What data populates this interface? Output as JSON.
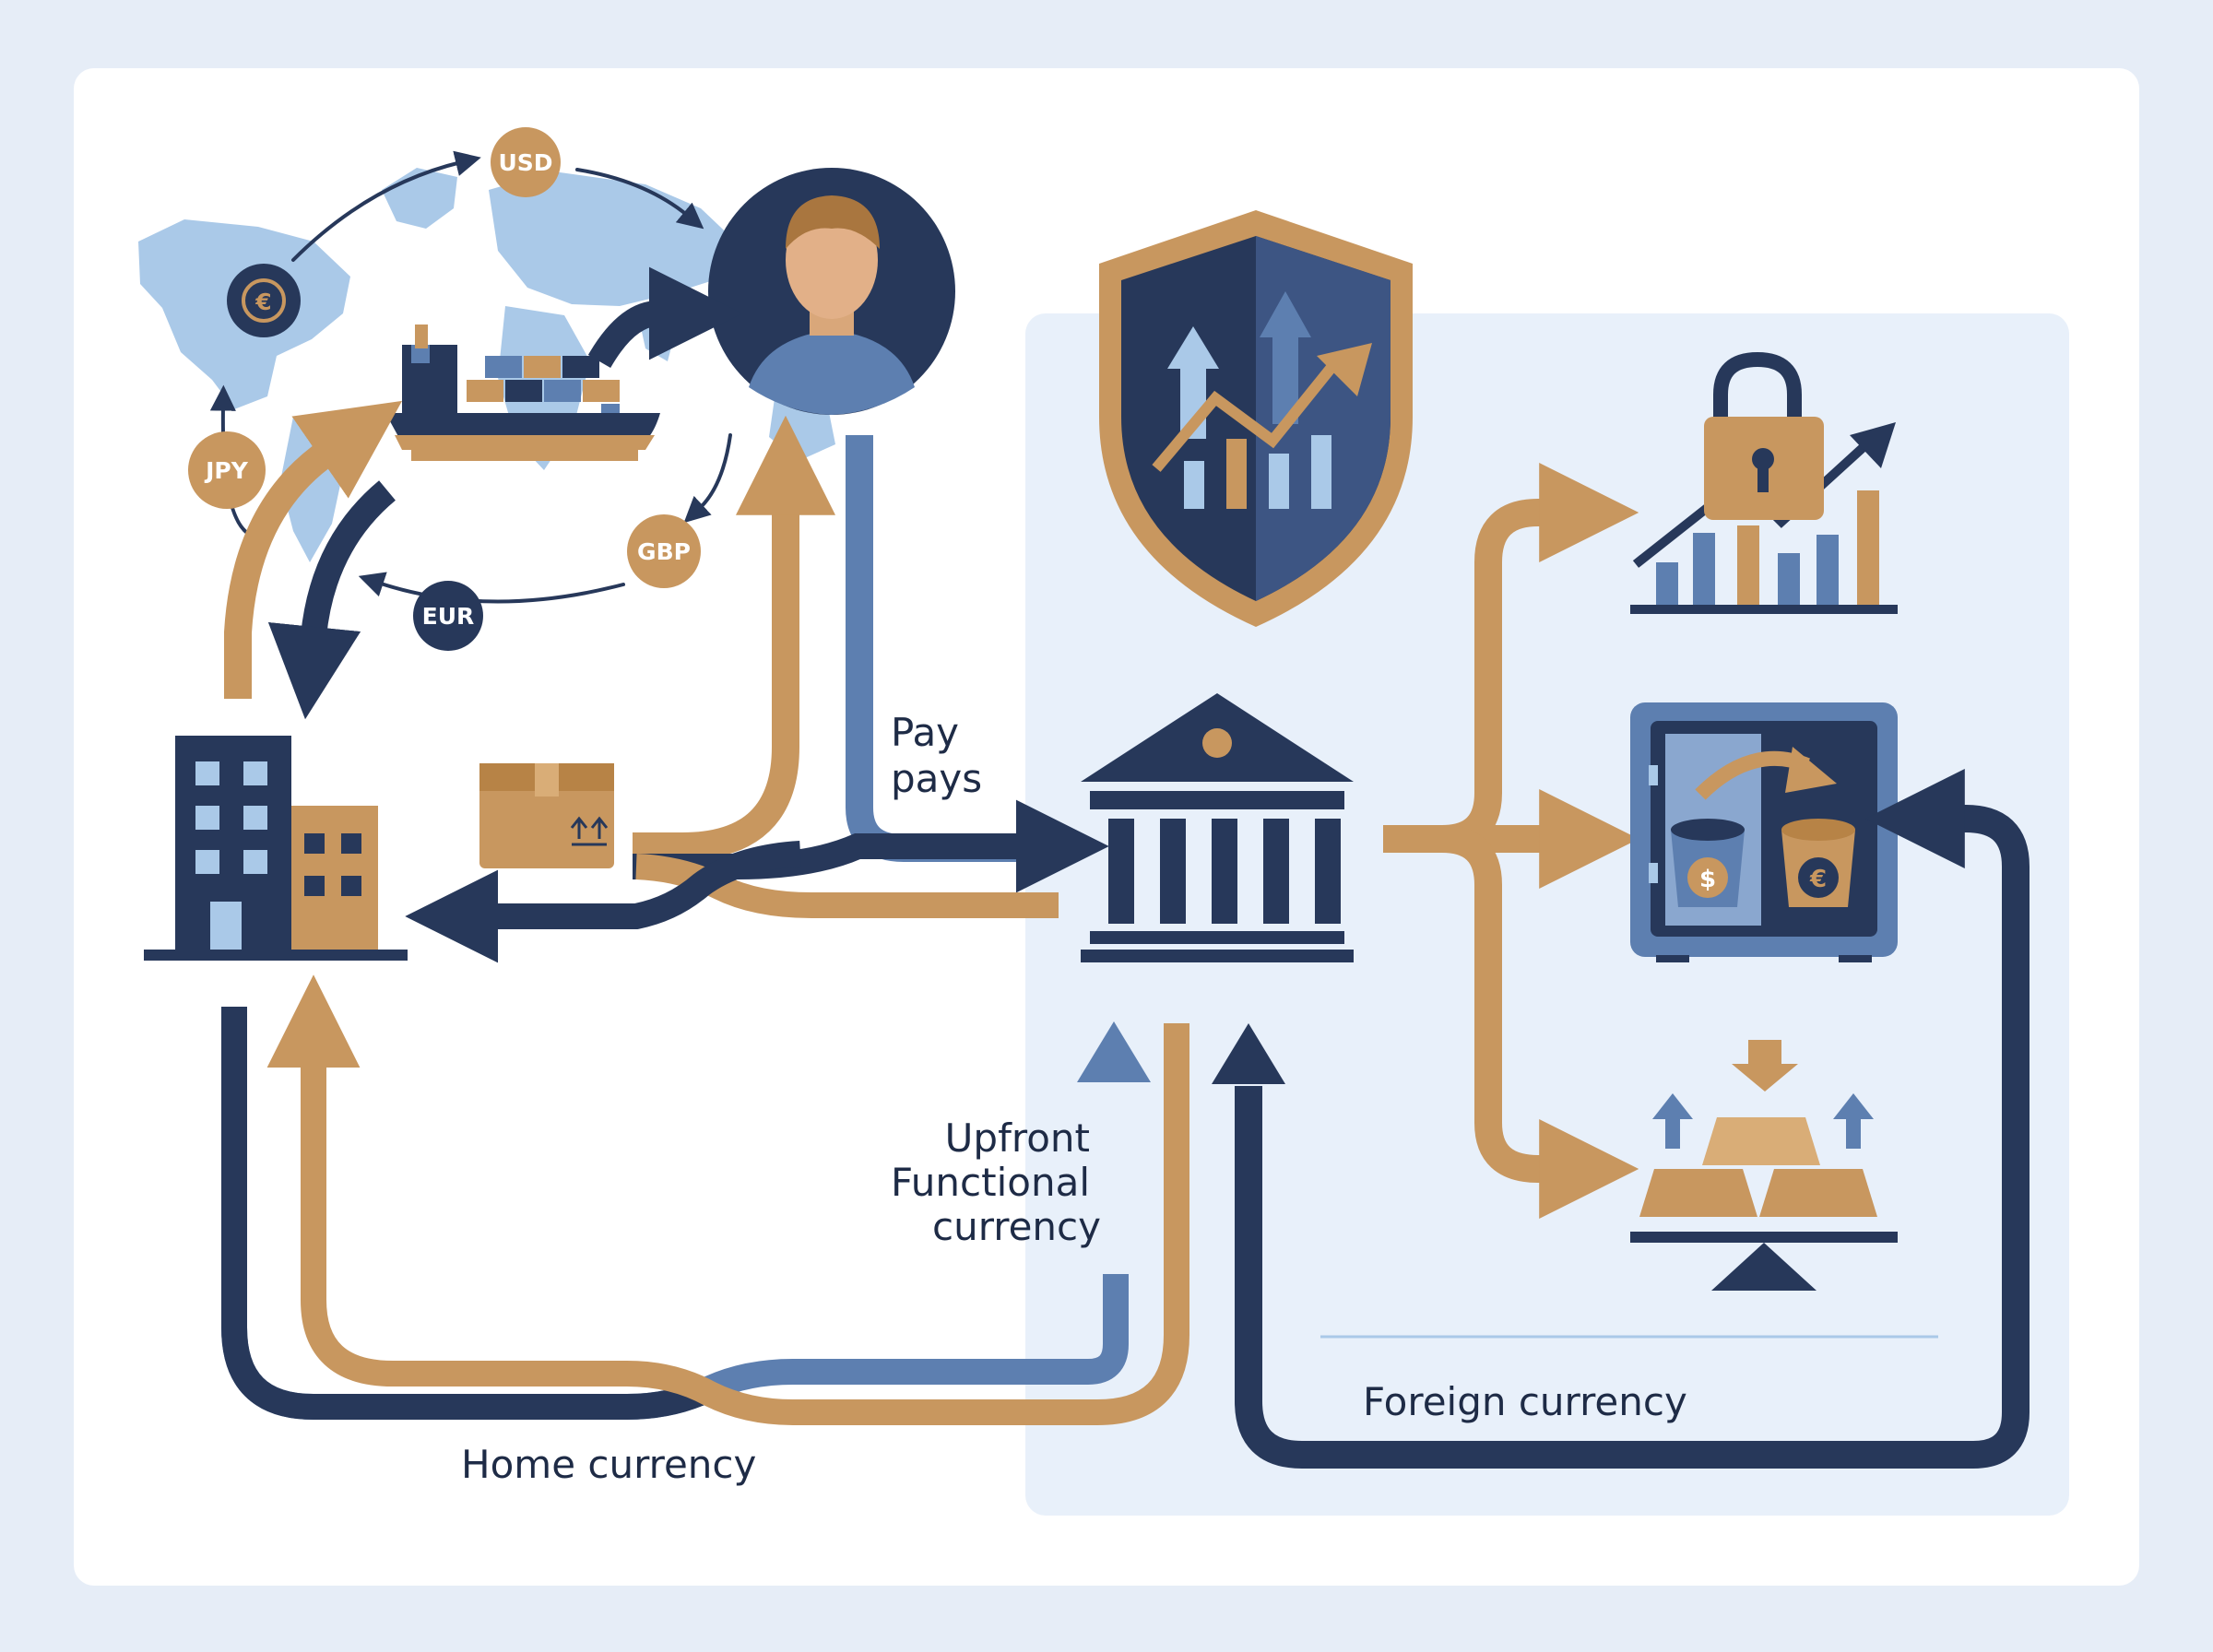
{
  "labels": {
    "pay_line1": "Pay",
    "pay_line2": "pays",
    "upfront_line1": "Upfront",
    "upfront_line2": "Functional",
    "upfront_line3": "currency",
    "home_currency": "Home currency",
    "foreign_currency": "Foreign currency"
  },
  "currency_badges": {
    "usd": "USD",
    "eur_symbol": "€",
    "jpy": "JPY",
    "gbp": "GBP",
    "eur": "EUR"
  },
  "icons": {
    "world_map": "world-map-icon",
    "person": "person-avatar-icon",
    "ship": "cargo-ship-icon",
    "building": "office-building-icon",
    "package": "package-box-icon",
    "shield": "shield-growth-icon",
    "bank": "bank-icon",
    "lock_chart": "lock-chart-icon",
    "safe": "safe-exchange-icon",
    "gold": "gold-bars-icon",
    "dollar": "$",
    "euro": "€"
  },
  "colors": {
    "navy": "#27385a",
    "gold": "#c8975f",
    "steel_blue": "#5d7fb0",
    "light_blue": "#aac9e8",
    "panel_bg": "#e8f0fa",
    "card_bg": "#ffffff",
    "page_bg": "#e6edf7"
  }
}
